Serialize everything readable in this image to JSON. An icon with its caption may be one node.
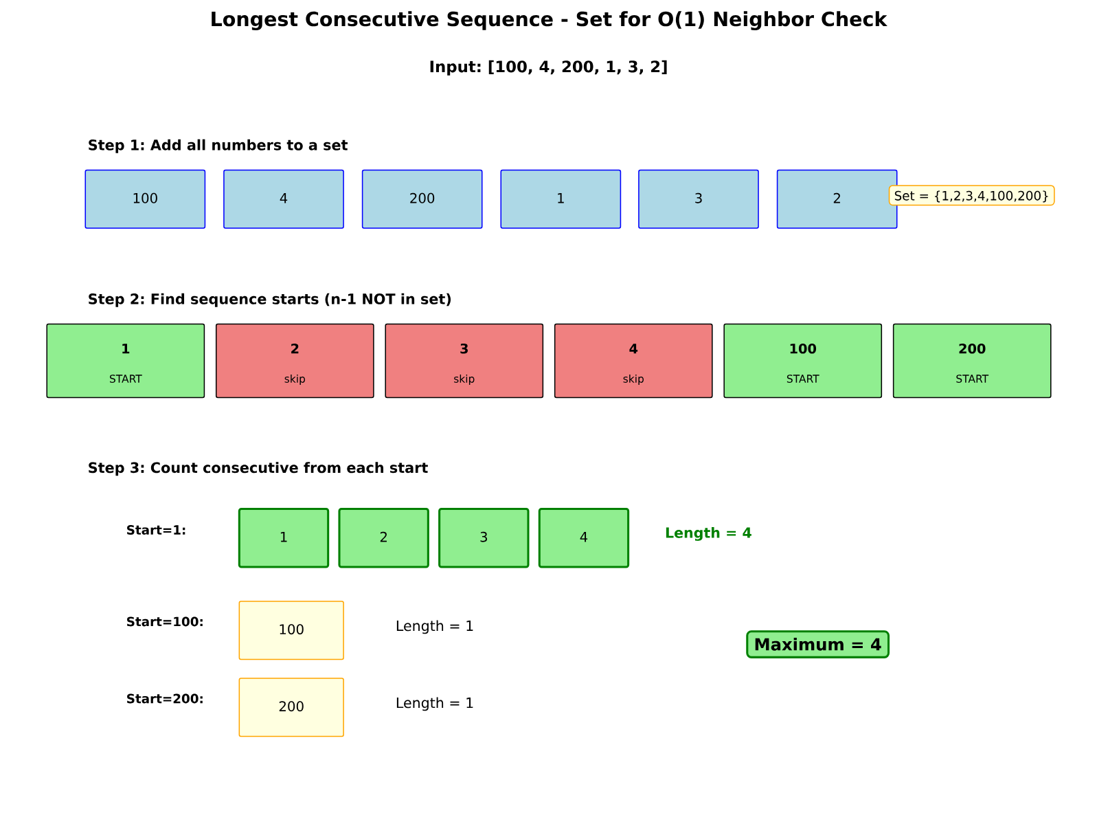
{
  "diagram": {
    "title": "Longest Consecutive Sequence - Set for O(1) Neighbor Check",
    "nodes": [
      {
        "text": [
          "100"
        ]
      },
      {
        "text": [
          "4"
        ]
      },
      {
        "text": [
          "200"
        ]
      },
      {
        "text": [
          "1"
        ]
      },
      {
        "text": [
          "3"
        ]
      },
      {
        "text": [
          "2"
        ]
      },
      {
        "text": [
          "Set = {1,2,3,4,100,200}"
        ]
      },
      {
        "text": [
          "1",
          "START"
        ]
      },
      {
        "text": [
          "2",
          "skip"
        ]
      },
      {
        "text": [
          "3",
          "skip"
        ]
      },
      {
        "text": [
          "4",
          "skip"
        ]
      },
      {
        "text": [
          "100",
          "START"
        ]
      },
      {
        "text": [
          "200",
          "START"
        ]
      },
      {
        "text": [
          "1"
        ]
      },
      {
        "text": [
          "2"
        ]
      },
      {
        "text": [
          "3"
        ]
      },
      {
        "text": [
          "4"
        ]
      },
      {
        "text": [
          "100"
        ]
      },
      {
        "text": [
          "200"
        ]
      },
      {
        "text": [
          "Maximum = 4"
        ]
      }
    ],
    "labels": [
      "Input: [100, 4, 200, 1, 3, 2]",
      "Step 1: Add all numbers to a set",
      "Step 2: Find sequence starts (n-1 NOT in set)",
      "Step 3: Count consecutive from each start",
      "Start=1:",
      "Length = 4",
      "Start=100:",
      "Length = 1",
      "Start=200:",
      "Length = 1"
    ]
  }
}
